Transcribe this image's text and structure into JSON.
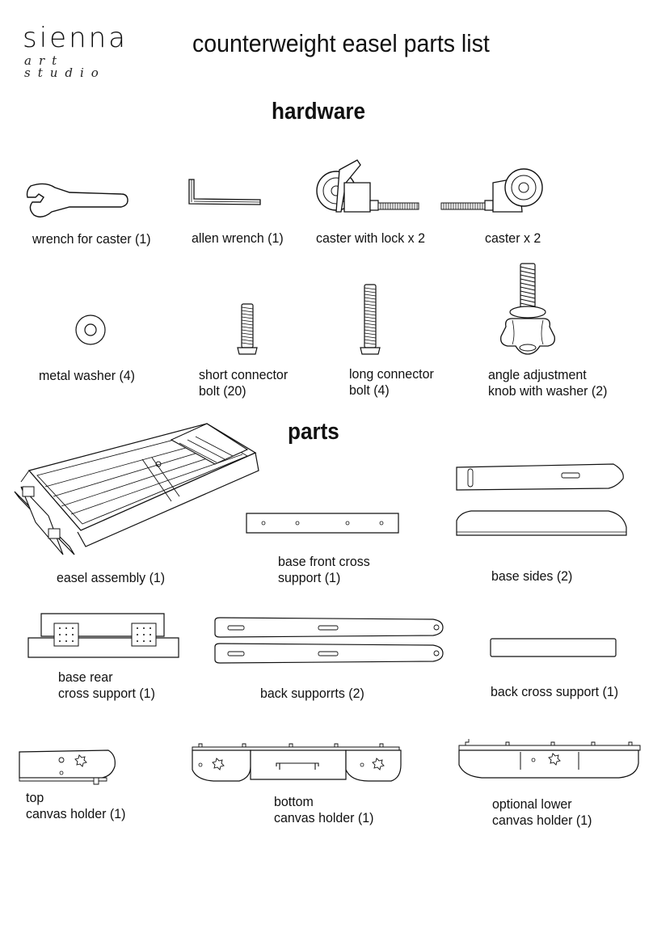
{
  "brand": {
    "name": "sienna",
    "tagline": "art studio"
  },
  "title": "counterweight easel parts list",
  "sections": {
    "hardware": "hardware",
    "parts": "parts"
  },
  "hardware": [
    {
      "label": [
        "wrench for caster (1)"
      ],
      "icon": "open-end-wrench-icon"
    },
    {
      "label": [
        "allen wrench (1)"
      ],
      "icon": "allen-key-icon"
    },
    {
      "label": [
        "caster with lock x 2"
      ],
      "icon": "locking-caster-icon"
    },
    {
      "label": [
        "caster x 2"
      ],
      "icon": "caster-icon"
    },
    {
      "label": [
        "metal washer (4)"
      ],
      "icon": "washer-icon"
    },
    {
      "label": [
        "short connector",
        "bolt (20)"
      ],
      "icon": "short-bolt-icon"
    },
    {
      "label": [
        "long connector",
        "bolt (4)"
      ],
      "icon": "long-bolt-icon"
    },
    {
      "label": [
        "angle adjustment",
        "knob with washer (2)"
      ],
      "icon": "adjustment-knob-icon"
    }
  ],
  "parts": [
    {
      "label": [
        "easel assembly (1)"
      ],
      "icon": "easel-assembly-illustration"
    },
    {
      "label": [
        "base front cross",
        "support (1)"
      ],
      "icon": "front-cross-support-illustration"
    },
    {
      "label": [
        "base sides (2)"
      ],
      "icon": "base-sides-illustration"
    },
    {
      "label": [
        "base rear",
        "cross support (1)"
      ],
      "icon": "rear-cross-support-illustration"
    },
    {
      "label": [
        "back supporrts (2)"
      ],
      "icon": "back-supports-illustration"
    },
    {
      "label": [
        "back cross support (1)"
      ],
      "icon": "back-cross-support-illustration"
    },
    {
      "label": [
        "top",
        "canvas holder (1)"
      ],
      "icon": "top-canvas-holder-illustration"
    },
    {
      "label": [
        "bottom",
        "canvas holder (1)"
      ],
      "icon": "bottom-canvas-holder-illustration"
    },
    {
      "label": [
        "optional lower",
        "canvas holder (1)"
      ],
      "icon": "lower-canvas-holder-illustration"
    }
  ]
}
